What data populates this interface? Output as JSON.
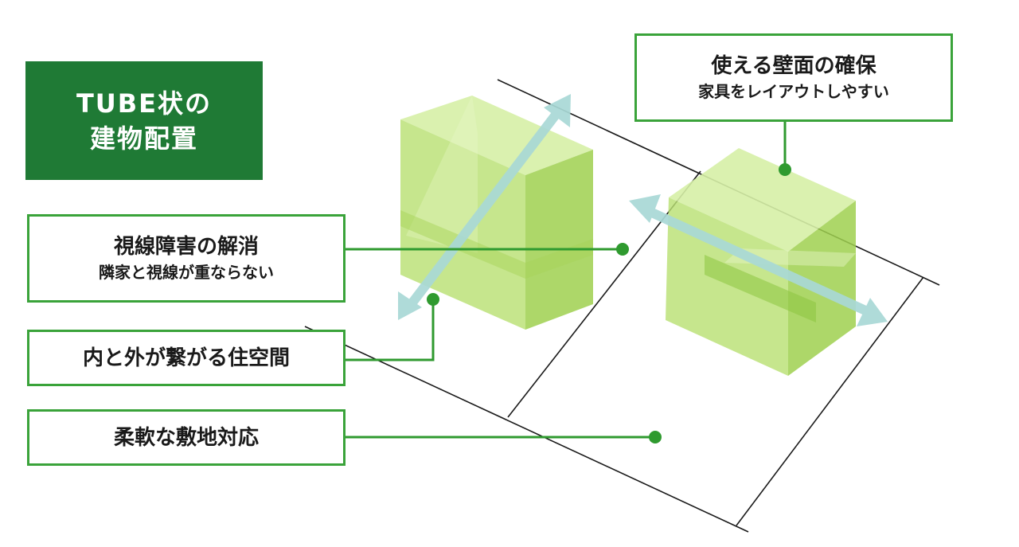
{
  "title": {
    "line1": "TUBE状の",
    "line2": "建物配置"
  },
  "callouts": {
    "wall": {
      "main": "使える壁面の確保",
      "sub": "家具をレイアウトしやすい"
    },
    "sight": {
      "main": "視線障害の解消",
      "sub": "隣家と視線が重ならない"
    },
    "inout": {
      "main": "内と外が繋がる住空間"
    },
    "site": {
      "main": "柔軟な敷地対応"
    }
  },
  "colors": {
    "title_bg": "#1f7a35",
    "callout_border": "#3aa33a",
    "leader": "#2f9a2f",
    "volume_light": "#c9e98a",
    "volume_mid": "#b3dc6a",
    "volume_dark": "#98cc4a",
    "arrow": "#a9d9d6",
    "lot_line": "#1a1a1a"
  }
}
